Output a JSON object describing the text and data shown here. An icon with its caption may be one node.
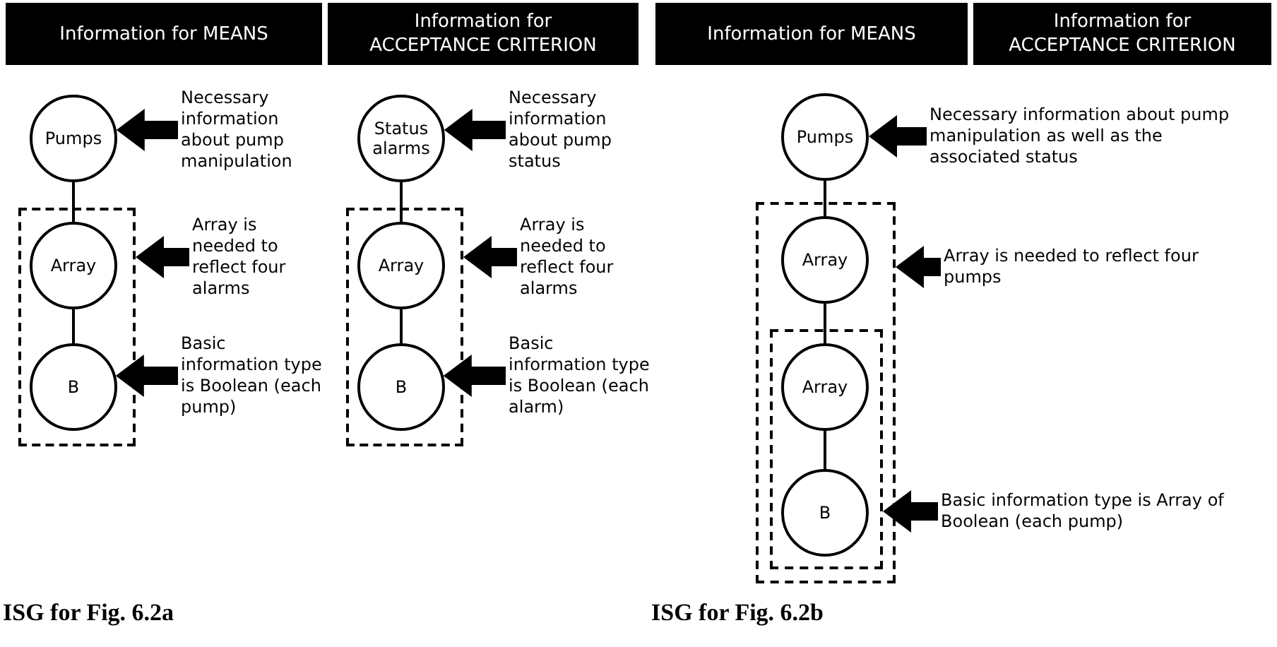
{
  "diagram": {
    "nodes": [
      {
        "text": [
          "Information for MEANS"
        ]
      },
      {
        "text": [
          "Information for ACCEPTANCE CRITERION"
        ]
      },
      {
        "text": [
          "Information for MEANS"
        ]
      },
      {
        "text": [
          "Information for ACCEPTANCE CRITERION"
        ]
      },
      {
        "text": [
          "Pumps"
        ]
      },
      {
        "text": [
          "Necessary information about pump manipulation"
        ]
      },
      {
        "text": [],
        "shape": "box"
      },
      {
        "text": [
          "Array"
        ],
        "in": 6
      },
      {
        "text": [
          "B"
        ],
        "in": 6
      },
      {
        "text": [
          "Array is needed to reflect four alarms"
        ]
      },
      {
        "text": [
          "Basic information type is Boolean (each pump)"
        ]
      },
      {
        "text": [
          "Status alarms"
        ]
      },
      {
        "text": [
          "Necessary information about pump status"
        ]
      },
      {
        "text": [],
        "shape": "box"
      },
      {
        "text": [
          "Array"
        ],
        "in": 13
      },
      {
        "text": [
          "B"
        ],
        "in": 13
      },
      {
        "text": [
          "Array is needed to reflect four alarms"
        ]
      },
      {
        "text": [
          "Basic information type is Boolean (each alarm)"
        ]
      },
      {
        "text": [
          "Pumps"
        ]
      },
      {
        "text": [
          "Necessary information about pump manipulation as well as the associated status"
        ]
      },
      {
        "text": [],
        "shape": "box"
      },
      {
        "text": [
          "Array"
        ],
        "in": 20
      },
      {
        "text": [],
        "shape": "box",
        "in": 20
      },
      {
        "text": [
          "Array"
        ],
        "in": 22
      },
      {
        "text": [
          "B"
        ],
        "in": 22
      },
      {
        "text": [
          "Array is needed to reflect four pumps"
        ]
      },
      {
        "text": [
          "Basic information type is Array of Boolean (each pump)"
        ]
      }
    ],
    "edges": [
      {
        "from": 4,
        "to": 7,
        "arrow": "none"
      },
      {
        "from": 7,
        "to": 8,
        "arrow": "none"
      },
      {
        "from": 5,
        "to": 4,
        "arrow": "to"
      },
      {
        "from": 9,
        "to": 6,
        "arrow": "to"
      },
      {
        "from": 10,
        "to": 8,
        "arrow": "to"
      },
      {
        "from": 11,
        "to": 14,
        "arrow": "none"
      },
      {
        "from": 14,
        "to": 15,
        "arrow": "none"
      },
      {
        "from": 12,
        "to": 11,
        "arrow": "to"
      },
      {
        "from": 16,
        "to": 13,
        "arrow": "to"
      },
      {
        "from": 17,
        "to": 15,
        "arrow": "to"
      },
      {
        "from": 18,
        "to": 21,
        "arrow": "none"
      },
      {
        "from": 21,
        "to": 23,
        "arrow": "none"
      },
      {
        "from": 23,
        "to": 24,
        "arrow": "none"
      },
      {
        "from": 19,
        "to": 18,
        "arrow": "to"
      },
      {
        "from": 25,
        "to": 20,
        "arrow": "to"
      },
      {
        "from": 26,
        "to": 22,
        "arrow": "to"
      }
    ],
    "labels": [
      "ISG for Fig. 6.2a",
      "ISG for Fig. 6.2b"
    ]
  }
}
